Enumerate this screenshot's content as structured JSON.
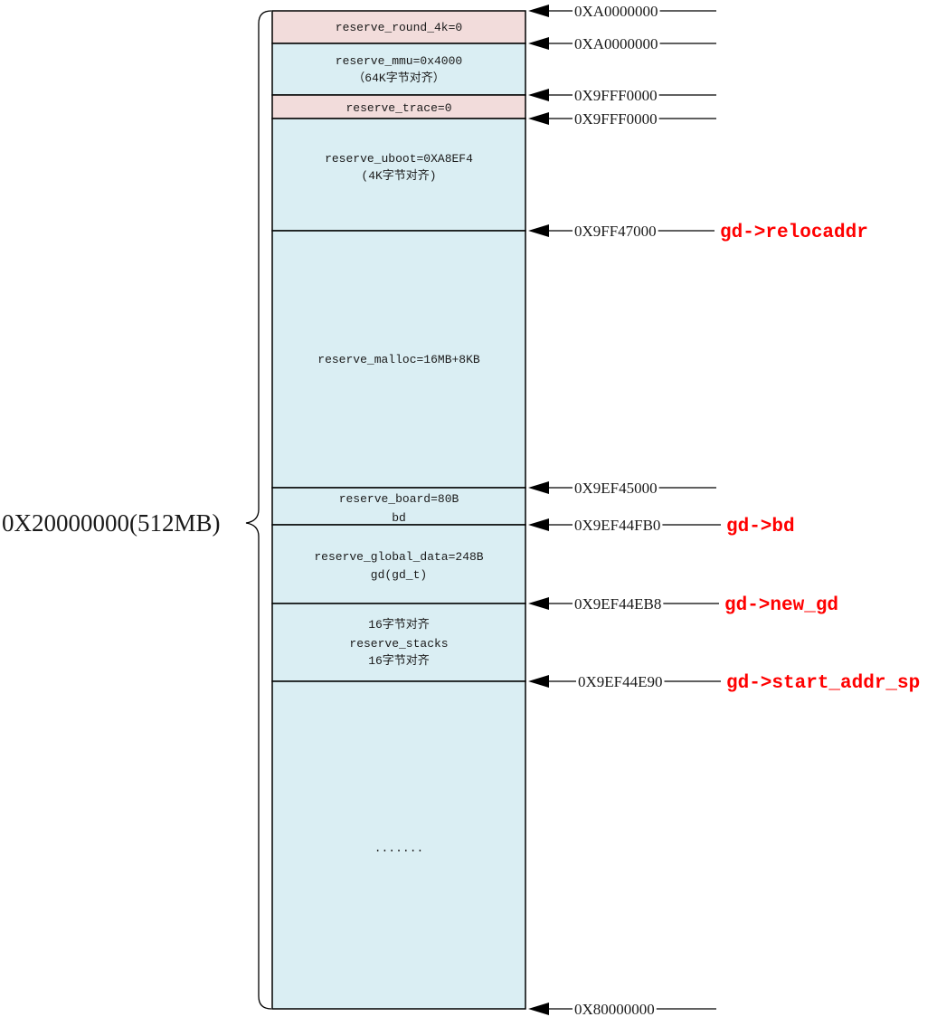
{
  "total_size_label": "0X20000000(512MB)",
  "colors": {
    "blue_fill": "#daeef3",
    "pink_fill": "#f2dcdb",
    "stroke": "#000000",
    "pointer": "#ff0000"
  },
  "segments": [
    {
      "lines": [
        "reserve_round_4k=0"
      ],
      "fill": "pink"
    },
    {
      "lines": [
        "reserve_mmu=0x4000",
        "（64K字节对齐）"
      ],
      "fill": "blue"
    },
    {
      "lines": [
        "reserve_trace=0"
      ],
      "fill": "pink"
    },
    {
      "lines": [
        "reserve_uboot=0XA8EF4",
        "(4K字节对齐)"
      ],
      "fill": "blue"
    },
    {
      "lines": [
        "reserve_malloc=16MB+8KB"
      ],
      "fill": "blue"
    },
    {
      "lines": [
        "reserve_board=80B",
        "bd"
      ],
      "fill": "blue"
    },
    {
      "lines": [
        "reserve_global_data=248B",
        "gd(gd_t)"
      ],
      "fill": "blue"
    },
    {
      "lines": [
        "16字节对齐",
        "reserve_stacks",
        "16字节对齐"
      ],
      "fill": "blue"
    },
    {
      "lines": [
        "......."
      ],
      "fill": "blue"
    }
  ],
  "addresses": [
    {
      "value": "0XA0000000",
      "pointer": ""
    },
    {
      "value": "0XA0000000",
      "pointer": ""
    },
    {
      "value": "0X9FFF0000",
      "pointer": ""
    },
    {
      "value": "0X9FFF0000",
      "pointer": ""
    },
    {
      "value": "0X9FF47000",
      "pointer": "gd->relocaddr"
    },
    {
      "value": "0X9EF45000",
      "pointer": ""
    },
    {
      "value": "0X9EF44FB0",
      "pointer": "gd->bd"
    },
    {
      "value": "0X9EF44EB8",
      "pointer": "gd->new_gd"
    },
    {
      "value": "0X9EF44E90",
      "pointer": "gd->start_addr_sp"
    },
    {
      "value": "0X80000000",
      "pointer": ""
    }
  ]
}
